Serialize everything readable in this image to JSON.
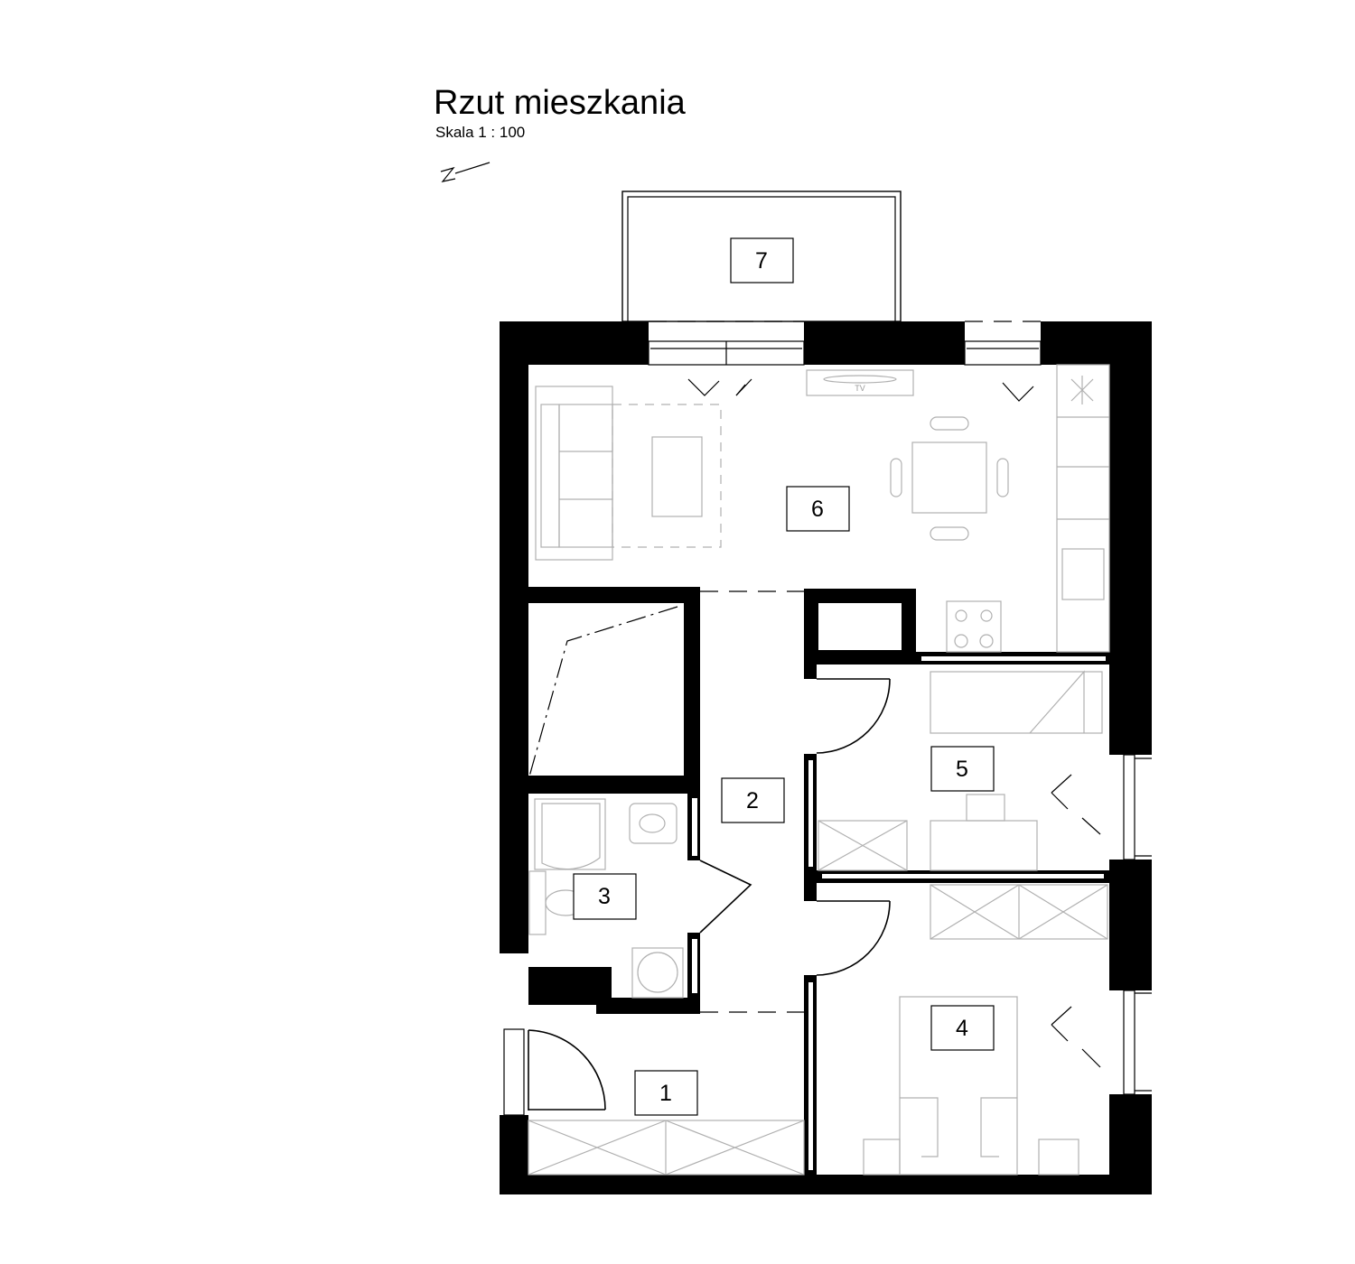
{
  "header": {
    "title": "Rzut mieszkania",
    "scale": "Skala  1 : 100"
  },
  "plan": {
    "tv_label": "TV",
    "rooms": [
      {
        "id": "1",
        "label": "1"
      },
      {
        "id": "2",
        "label": "2"
      },
      {
        "id": "3",
        "label": "3"
      },
      {
        "id": "4",
        "label": "4"
      },
      {
        "id": "5",
        "label": "5"
      },
      {
        "id": "6",
        "label": "6"
      },
      {
        "id": "7",
        "label": "7"
      }
    ]
  },
  "colors": {
    "walls": "#000000",
    "furniture": "#b0b0b0",
    "background": "#ffffff"
  }
}
